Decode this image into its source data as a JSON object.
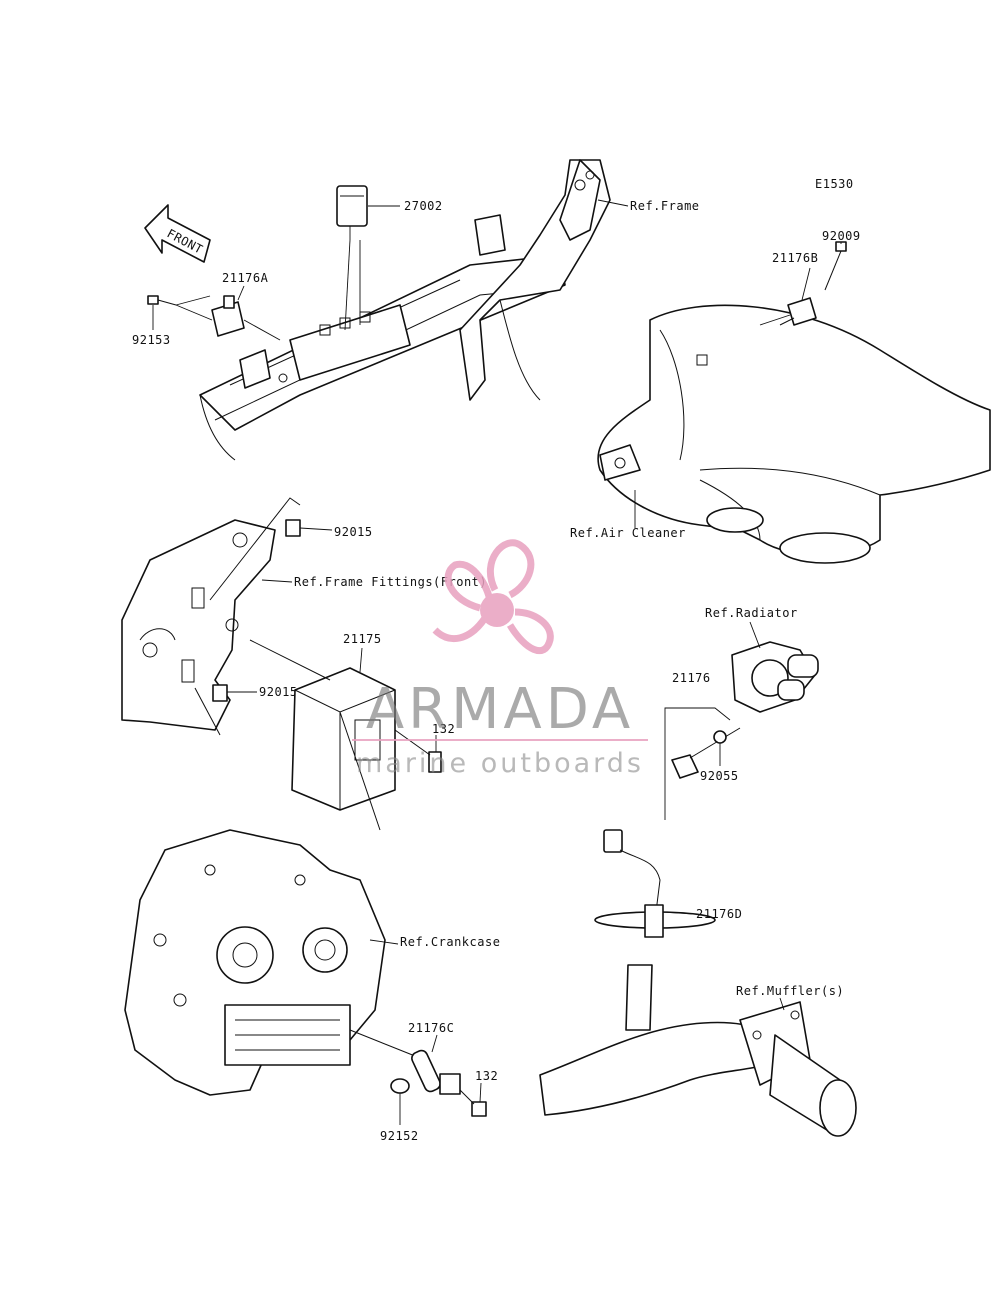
{
  "diagram_code": "E1530",
  "front_label": "FRONT",
  "labels": {
    "p27002": "27002",
    "ref_frame": "Ref.Frame",
    "p21176A": "21176A",
    "p92153": "92153",
    "p92009": "92009",
    "p21176B": "21176B",
    "ref_air_cleaner": "Ref.Air Cleaner",
    "p92015_top": "92015",
    "ref_frame_fittings": "Ref.Frame Fittings(Front)",
    "p92015_bottom": "92015",
    "p21175": "21175",
    "p132_top": "132",
    "ref_radiator": "Ref.Radiator",
    "p21176": "21176",
    "p92055": "92055",
    "p21176D": "21176D",
    "ref_crankcase": "Ref.Crankcase",
    "ref_mufflers": "Ref.Muffler(s)",
    "p21176C": "21176C",
    "p132_bottom": "132",
    "p92152": "92152"
  },
  "watermark": {
    "brand": "ARMADA",
    "tagline": "marine outboards",
    "color": "#e8a0bf"
  }
}
